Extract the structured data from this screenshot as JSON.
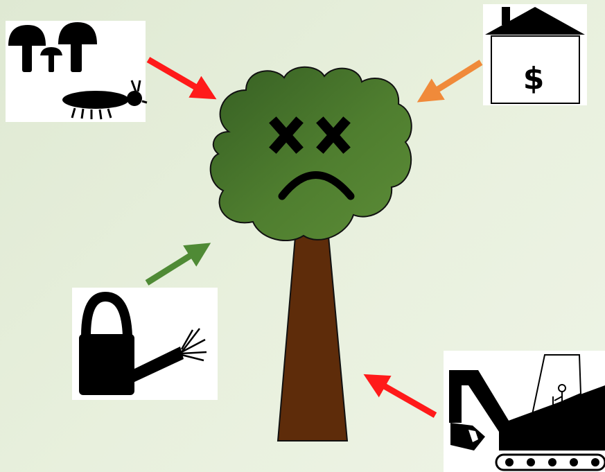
{
  "diagram": {
    "center": {
      "name": "sad-tree",
      "expression": "dead-eyes-frown"
    },
    "influences": [
      {
        "name": "fungi-and-insects",
        "icon": "mushrooms-and-beetle-icon",
        "arrow_color": "#ff1a1a",
        "effect": "negative"
      },
      {
        "name": "property-value",
        "icon": "house-dollar-icon",
        "arrow_color": "#f08a3a",
        "effect": "negative",
        "label": "$"
      },
      {
        "name": "watering",
        "icon": "watering-can-icon",
        "arrow_color": "#4f8a35",
        "effect": "positive"
      },
      {
        "name": "construction",
        "icon": "excavator-icon",
        "arrow_color": "#ff1a1a",
        "effect": "negative"
      }
    ]
  },
  "colors": {
    "foliage_light": "#5a8a36",
    "foliage_dark": "#365f23",
    "trunk": "#5e2c0a",
    "outline": "#111111"
  }
}
